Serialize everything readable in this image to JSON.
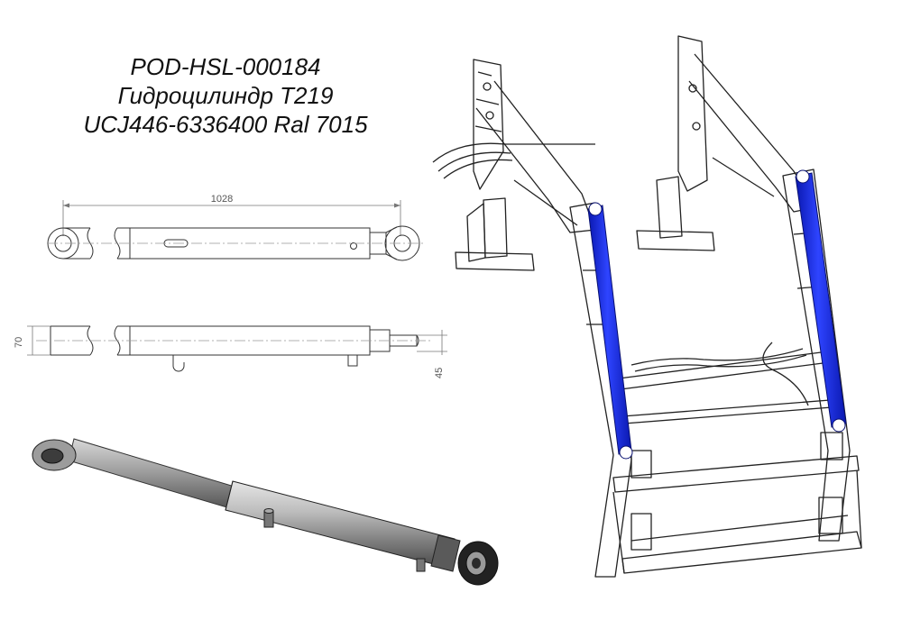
{
  "title": {
    "line1": "POD-HSL-000184",
    "line2": "Гидроцилиндр T219",
    "line3": "UCJ446-6336400 Ral 7015"
  },
  "dimensions": {
    "length": "1028",
    "diameter": "70",
    "port": "45"
  },
  "colors": {
    "cylinder_highlight": "#1f2fe0",
    "line": "#2a2a2a",
    "rod_body": "#8a8a8a"
  }
}
